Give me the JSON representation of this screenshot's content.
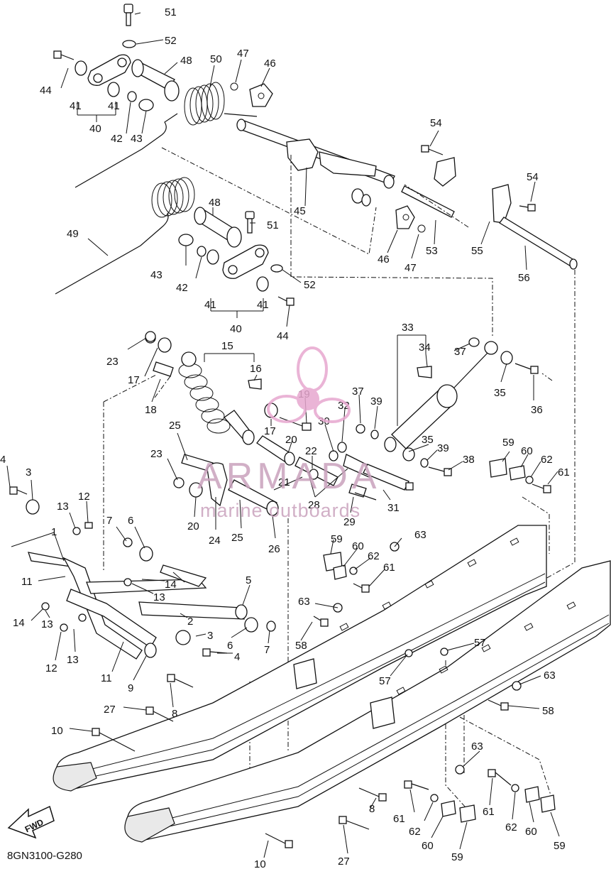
{
  "diagram_code": "8GN3100-G280",
  "fwd_label": "FWD",
  "watermark": {
    "brand": "ARMADA",
    "tagline": "marine outboards"
  },
  "part_numbers": [
    "1",
    "2",
    "3",
    "4",
    "5",
    "6",
    "7",
    "8",
    "9",
    "10",
    "11",
    "12",
    "13",
    "14",
    "15",
    "16",
    "17",
    "18",
    "19",
    "20",
    "21",
    "22",
    "23",
    "24",
    "25",
    "26",
    "27",
    "28",
    "29",
    "30",
    "31",
    "32",
    "33",
    "34",
    "35",
    "36",
    "37",
    "38",
    "39",
    "40",
    "41",
    "42",
    "43",
    "44",
    "45",
    "46",
    "47",
    "48",
    "49",
    "50",
    "51",
    "52",
    "53",
    "54",
    "55",
    "56",
    "57",
    "58",
    "59",
    "60",
    "61",
    "62",
    "63"
  ],
  "colors": {
    "line": "#111111",
    "watermark": "#c9a2bd",
    "watermark_logo": "#e7a7cf"
  }
}
